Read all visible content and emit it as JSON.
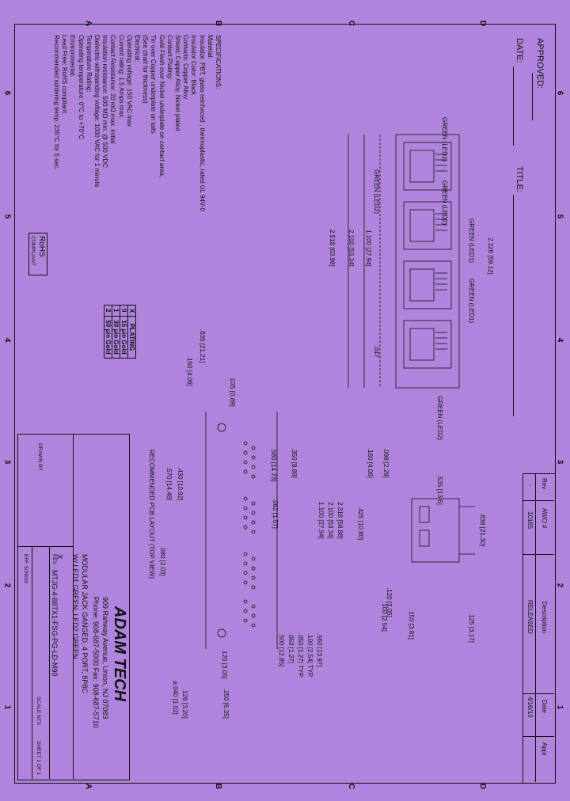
{
  "grid": {
    "letters": [
      "A",
      "B",
      "C",
      "D"
    ],
    "numbers": [
      "6",
      "5",
      "4",
      "3",
      "2",
      "1"
    ]
  },
  "approval": {
    "approved_label": "APPROVED:",
    "date_label": "DATE:",
    "title_label": "TITLE:"
  },
  "revision": {
    "headers": [
      "Rev",
      "AWO #",
      "Description",
      "Date",
      "Appr"
    ],
    "row": [
      "-",
      "10165",
      "RELEASED",
      "4/16/10",
      ""
    ]
  },
  "specifications": {
    "heading": "SPECIFICATIONS:",
    "lines": [
      "Material:",
      "Insulator: PBT, glass reinforced , thermoplastic, rated UL 94V-0",
      "Insulator Color: Black",
      "Contacts: Copper Alloy",
      "Shield: Copper Alloy, Nickel plated",
      "Contact Plating:",
      "Gold Flash over Nickel underplate on contact area,",
      "Tin over Copper underplate on tails",
      "(See chart for thickness)",
      "Electrical:",
      "Operating voltage: 150 VAC max",
      "Current rating: 1.5 Amps max.",
      "Contact Resistance: 20 mΩ max. initial",
      "Insulation resistance: 500 MΩ min. @ 500 VDC",
      "Dielectric withstanding voltage: 1000 VAC for 1 minute",
      "Temperature Rating:",
      "Operating temperature: 0°C to +70°C",
      "Environmental:",
      "Lead Free: RoHS compliant.",
      "Recommended soldering temp: 235°C for 5 sec."
    ]
  },
  "rohs": {
    "top": "RoHS",
    "bottom": "COMPLIANT"
  },
  "plating_table": {
    "headers": [
      "X",
      "PLATING"
    ],
    "rows": [
      [
        "0",
        "15 µin Gold"
      ],
      [
        "1",
        "30 µin Gold"
      ],
      [
        "2",
        "50 µin Gold"
      ]
    ]
  },
  "leds": {
    "led1": "GREEN (LED1)",
    "led2": "GREEN (LED2)",
    "led1b": "GREEN (LED1)",
    "led2b": "GREEN (LED2)",
    "led1c": "GREEN (LED1)",
    "led2c": "GREEN (LED2)"
  },
  "dims": {
    "d1": "2.326 [59.12]",
    "d2": "2.100 [53.34]",
    "d3": "2.518 [63.96]",
    "d4": "1.100 [27.94]",
    "d5": ".047",
    "d6": ".160 [4.06]",
    "d7": ".835 [21.21]",
    "d8": ".035 [0.89]",
    "d9": ".098 [2.29]",
    "d10": ".160 [4.06]",
    "d11": ".535 [13.6]",
    "d12": ".838 [21.30]",
    "d13": ".125 [3.17]",
    "d14": ".150 [3.81]",
    "d15": ".120 [3.05]",
    "d16": ".100 [2.54]",
    "d17": ".560 [13.97]",
    "d18": ".100 [2.54] TYP",
    "d19": ".050 [1.27] TYP",
    "d20": ".050 [1.27]",
    "d21": ".500 [12.85]",
    "d22": ".120 [3.05]",
    "d23": ".126 [3.20]",
    "d24": "ø.040 [1.02]",
    "d25": ".250 [6.35]",
    "d26": ".425 [10.80]",
    "d27": ".062 [1.57]",
    "d28": "2.318 [58.88]",
    "d29": "2.100 [53.34]",
    "d30": "1.100 [27.94]",
    "d31": ".430 [10.92]",
    "d32": ".570 [14.48]",
    "d33": ".350 [8.89]",
    "d34": ".580 [14.73]",
    "d35": ".080 [2.03]"
  },
  "pcb_caption": "RECOMMENDED PCB LAYOUT (TOP VIEW)",
  "title_block": {
    "company": "ADAM TECH",
    "address": "909 Rahway Avenue, Union, NJ 07083",
    "phone": "Phone: 908-687-5000 Fax: 908-687-5710",
    "title1": "MODULAR JACK GANGED, 4 PORT, 8P8C",
    "title2": "W/ LED1 GREEN, LED2 GREEN",
    "x_label": "X",
    "part_no": "MTJG-4-88TX1-FSG-PG-LD-M90",
    "scale": "SCALE NTS",
    "sheet": "SHEET 1 OF 1",
    "rev": "REV. -",
    "drawn": "DRAWN BY",
    "eff": "EFF. 5/26/10"
  }
}
